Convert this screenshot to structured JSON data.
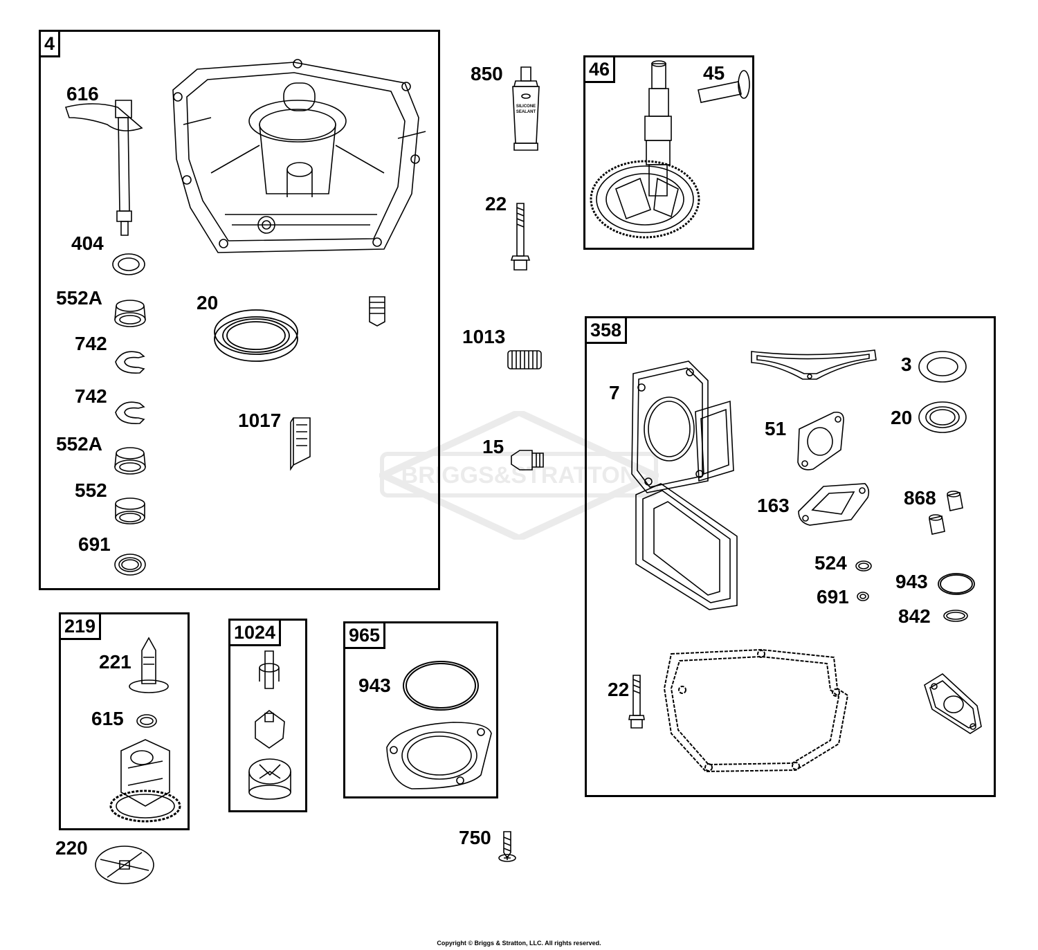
{
  "groups": [
    {
      "key": "g4",
      "tag": "4"
    },
    {
      "key": "g46",
      "tag": "46"
    },
    {
      "key": "g358",
      "tag": "358"
    },
    {
      "key": "g219",
      "tag": "219"
    },
    {
      "key": "g1024",
      "tag": "1024"
    },
    {
      "key": "g965",
      "tag": "965"
    }
  ],
  "labels": {
    "p616": "616",
    "p404": "404",
    "p552A_1": "552A",
    "p742_1": "742",
    "p742_2": "742",
    "p552A_2": "552A",
    "p552": "552",
    "p691_1": "691",
    "p20_1": "20",
    "p1017": "1017",
    "p850": "850",
    "p22_1": "22",
    "p1013": "1013",
    "p15": "15",
    "p45": "45",
    "p7": "7",
    "p3": "3",
    "p51": "51",
    "p20_2": "20",
    "p163": "163",
    "p868": "868",
    "p524": "524",
    "p691_2": "691",
    "p943_1": "943",
    "p842": "842",
    "p22_2": "22",
    "p221": "221",
    "p615": "615",
    "p220": "220",
    "p943_2": "943",
    "p750": "750"
  },
  "sealant_text": [
    "SILICONE",
    "SEALANT"
  ],
  "watermark_text": "BRIGGS&STRATTON",
  "copyright": "Copyright © Briggs & Stratton, LLC. All rights reserved."
}
